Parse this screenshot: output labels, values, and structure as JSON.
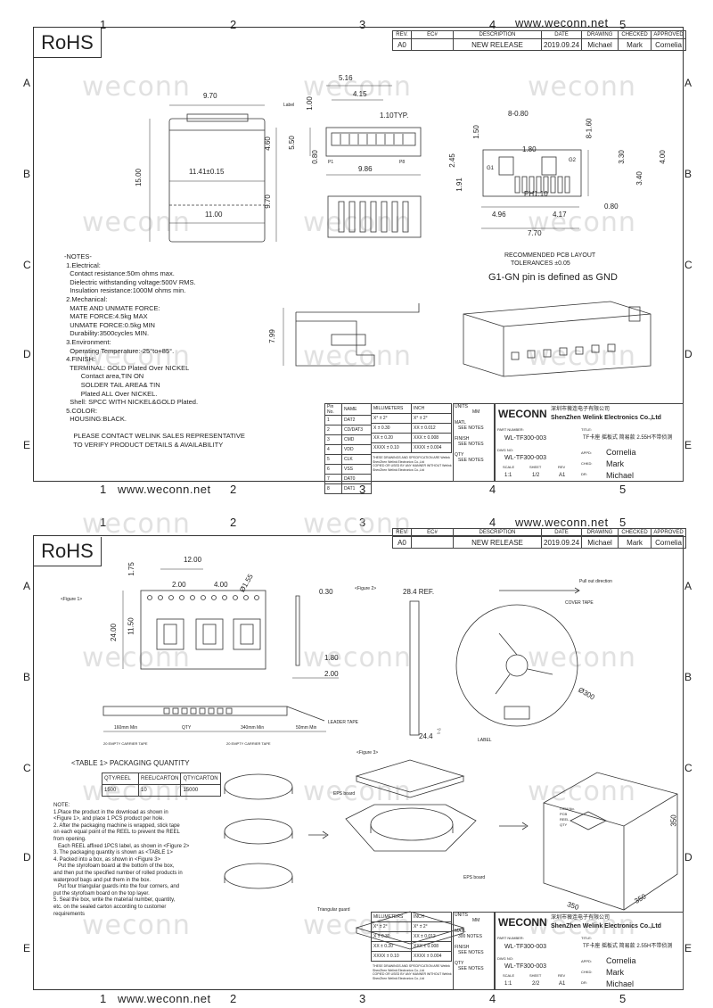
{
  "website": "www.weconn.net",
  "watermark": "weconn",
  "rohs": "RoHS",
  "column_numbers": [
    "1",
    "2",
    "3",
    "4",
    "5"
  ],
  "row_letters": [
    "A",
    "B",
    "C",
    "D",
    "E"
  ],
  "revision": {
    "headers": [
      "REV.",
      "EC#",
      "DESCRIPTION",
      "DATE",
      "DRAWING",
      "CHECKED",
      "APPROVED"
    ],
    "row": [
      "A0",
      "",
      "NEW RELEASE",
      "2019.09.24",
      "Michael",
      "Mark",
      "Cornelia"
    ]
  },
  "title_block": {
    "logo": "WECONN",
    "company_cn": "深圳市薇连电子有限公司",
    "company_en": "ShenZhen Welink Electronics Co.,Ltd",
    "part_number_label": "PART NUMBER:",
    "part_number": "WL-TF300-003",
    "title_label": "TITLE:",
    "title": "TF卡座 摇板式 简易款 2.55H不带侦测",
    "dwg_label": "DWG NO:",
    "dwg_no": "WL-TF300-003",
    "scale_label": "SCALE",
    "sheet_label": "SHEET",
    "rev_label": "REV",
    "scale": "1:1",
    "sheets": [
      "1/2",
      "2/2"
    ],
    "rev": "A1",
    "appd_label": "APPD:",
    "chkd_label": "CHKD:",
    "dr_label": "DR:",
    "appd": "Cornelia",
    "chkd": "Mark",
    "dr": "Michael",
    "tol_headers": [
      "MILLIMETERS",
      "INCH"
    ],
    "tol_rows": [
      [
        "X°  ± 2°",
        "X°  ± 2°"
      ],
      [
        "X   ± 0.30",
        "XX  ± 0.012"
      ],
      [
        "XX  ± 0.20",
        "XXX ± 0.008"
      ],
      [
        "XXXX ± 0.10",
        "XXXX ± 0.004"
      ]
    ],
    "units_label": "UNITS",
    "units": "MM",
    "matl_label": "MATL",
    "finish_label": "FINISH",
    "qty_label": "QTY",
    "see_notes": "SEE NOTES",
    "qty_notes": "SEE NOTES",
    "qty_reel": "300 NOTES",
    "disclaimer": "THESE DRAWINGS AND SPECIFICATION ARE Welink\nShenZhen Welink Electronics Co.,Ltd\nCOPIED OR USED BY ANY MANNER WITHOUT Welink\nShenZhen Welink Electronics Co.,Ltd"
  },
  "pin_table": {
    "headers": [
      "Pin No.",
      "NAME"
    ],
    "rows": [
      [
        "1",
        "DAT2"
      ],
      [
        "2",
        "CD/DAT3"
      ],
      [
        "3",
        "CMD"
      ],
      [
        "4",
        "VDD"
      ],
      [
        "5",
        "CLK"
      ],
      [
        "6",
        "VSS"
      ],
      [
        "7",
        "DAT0"
      ],
      [
        "8",
        "DAT1"
      ]
    ]
  },
  "sheet1": {
    "dims": {
      "d970": "9.70",
      "d1141": "11.41±0.15",
      "d1100": "11.00",
      "d1500": "15.00",
      "d460": "4.60",
      "d970v": "9.70",
      "d516": "5.16",
      "d415": "4.15",
      "d100": "1.00",
      "d110typ": "1.10TYP.",
      "d550": "5.50",
      "d080": "0.80",
      "d986": "9.86",
      "p1": "P1",
      "p8": "P8",
      "d799": "7.99",
      "pcb_8x080": "8-0.80",
      "pcb_8x160": "8-1.60",
      "pcb_150": "1.50",
      "pcb_180": "1.80",
      "pcb_245": "2.45",
      "pcb_191": "1.91",
      "pcb_330": "3.30",
      "pcb_400": "4.00",
      "pcb_340": "3.40",
      "pcb_g1": "G1",
      "pcb_g2": "G2",
      "pcb_ph110": "PH1.10",
      "pcb_496": "4.96",
      "pcb_417": "4.17",
      "pcb_080": "0.80",
      "pcb_770": "7.70",
      "pcb_title": "RECOMMENDED PCB LAYOUT",
      "pcb_tol": "TOLERANCES ±0.05",
      "gnd_note": "G1-GN pin is defined as GND",
      "label_tag": "Label"
    },
    "notes": "-NOTES-\n 1.Electrical:\n   Contact resistance:50m ohms max.\n   Dielectric withstanding voltage:500V RMS.\n   Insulation resistance:1000M ohms min.\n 2.Mechanical:\n   MATE AND UNMATE FORCE:\n   MATE FORCE:4.5kg MAX\n   UNMATE FORCE:0.5kg MIN\n   Durability:3500cycles MIN.\n 3.Environment:\n   Operating Temperature:-25°to+85°.\n 4.FINISH:\n   TERMINAL: GOLD Plated Over NICKEL\n         Contact area,TIN ON\n         SOLDER TAIL AREA& TIN\n         Plated ALL Over NICKEL.\n   Shell: SPCC WITH NICKEL&GOLD Plated.\n 5.COLOR:\n   HOUSING:BLACK.\n\n     PLEASE CONTACT WELINK SALES REPRESENTATIVE\n     TO VERIFY PRODUCT DETAILS & AVAILABILITY"
  },
  "sheet2": {
    "fig1": "<Figure 1>",
    "fig2": "<Figure 2>",
    "fig3": "<Figure 3>",
    "dims": {
      "d175": "1.75",
      "d1200": "12.00",
      "d200": "2.00",
      "d400": "4.00",
      "d155": "Ø1.55",
      "d2400": "24.00",
      "d1150": "11.50",
      "d030": "0.30",
      "d180": "1.80",
      "d200b": "2.00",
      "d284": "28.4 REF.",
      "d244": "24.4",
      "d244sup": "+2\n-0",
      "d300": "Ø300",
      "pull": "Pull out direction",
      "cover_tape": "COVER TAPE",
      "label": "LABEL",
      "leader_tape": "LEADER TAPE",
      "m160": "160mm Min",
      "qty": "QTY",
      "m340": "340mm Min",
      "m50": "50mm Min",
      "empty1": "20 EMPTY CARRIER TAPE",
      "empty2": "20 EMPTY CARRIER TAPE",
      "eps1": "EPS board",
      "eps2": "EPS board",
      "triangular": "Triangular guard",
      "box350a": "350",
      "box350b": "350",
      "box350c": "350"
    },
    "pack_title": "<TABLE 1> PACKAGING QUANTITY",
    "pack_headers": [
      "QTY/REEL",
      "REEL/CARTON",
      "QTY/CARTON"
    ],
    "pack_row": [
      "1500",
      "10",
      "15000"
    ],
    "box_label": "ITEM No.\nPCB\nREEL\nQTY",
    "notes": "NOTE:\n1.Place the product in the download as shown in\n<Figure 1>, and place 1 PCS product per hole.\n2. After the packaging machine is wrapped, stick tape\non each equal point of the REEL to prevent the REEL\nfrom opening.\n   Each REEL affixed 1PCS label, as shown in <Figure 2>\n3. The packaging quantity is shown as <TABLE 1>\n4. Packed into a box, as shown in <Figure 3>\n   Put the styrofoam board at the bottom of the box,\nand then put the specified number of rolled products in\nwaterproof bags and put them in the box.\n   Put four triangular guards into the four corners, and\nput the styrofoam board on the top layer.\n5. Seal the box, write the material number, quantity,\netc. on the sealed carton according to customer\nrequirements"
  }
}
